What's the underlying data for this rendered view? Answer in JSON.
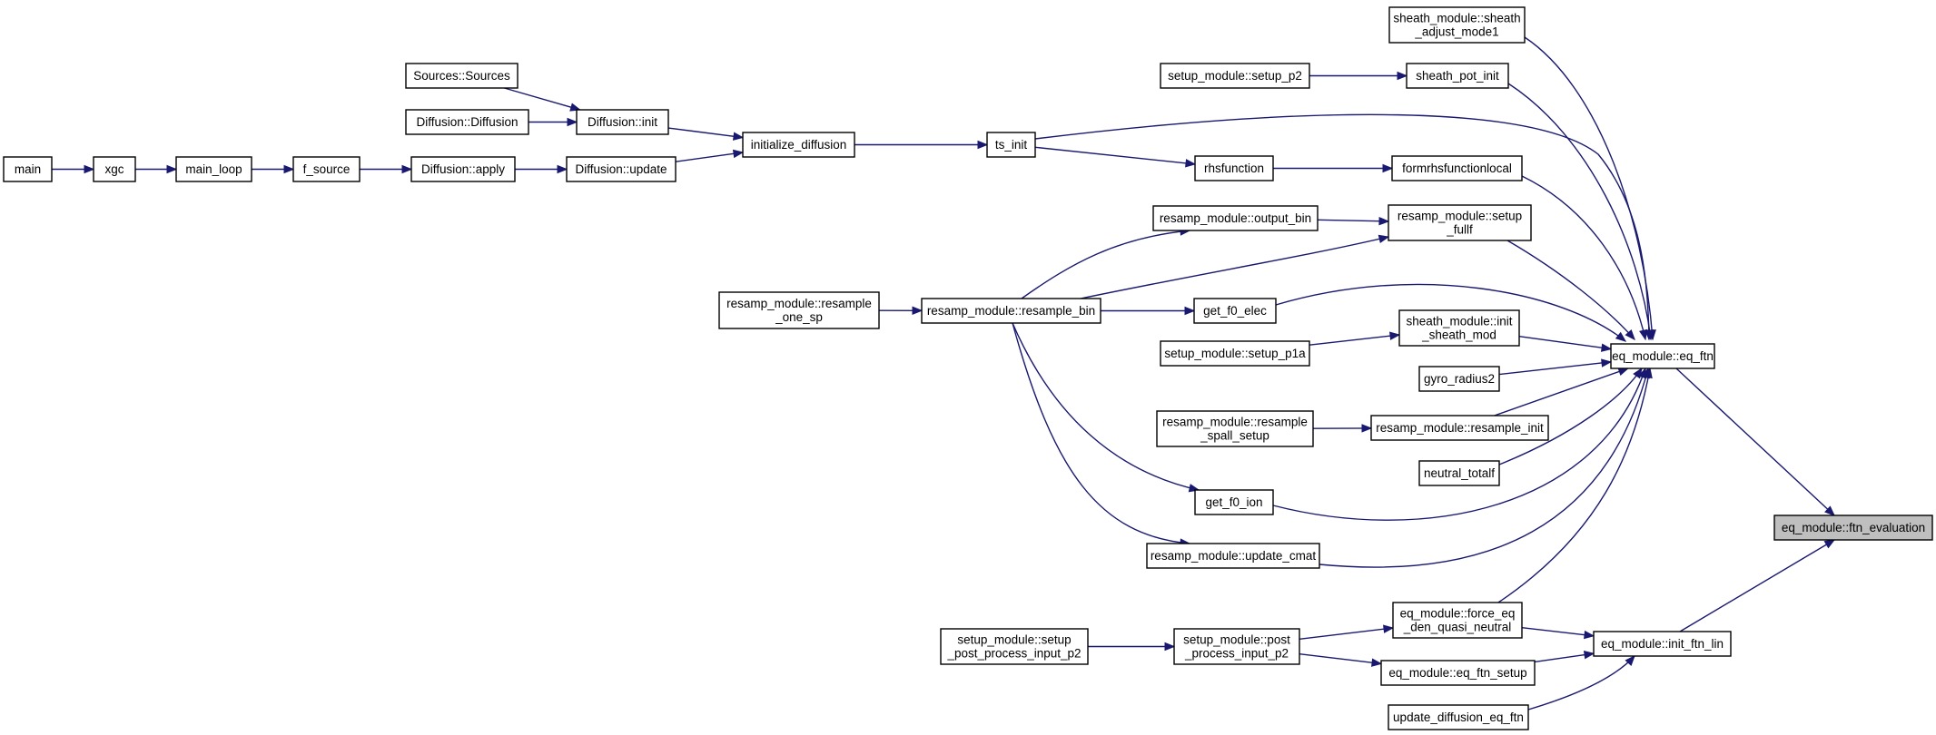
{
  "graph": {
    "title": "",
    "highlight": "ftn_evaluation",
    "edge_color": "#191970",
    "node_fill": "#ffffff",
    "highlight_fill": "#bfbfbf",
    "nodes": [
      {
        "id": "main",
        "lines": [
          "main"
        ]
      },
      {
        "id": "xgc",
        "lines": [
          "xgc"
        ]
      },
      {
        "id": "main_loop",
        "lines": [
          "main_loop"
        ]
      },
      {
        "id": "f_source",
        "lines": [
          "f_source"
        ]
      },
      {
        "id": "diff_apply",
        "lines": [
          "Diffusion::apply"
        ]
      },
      {
        "id": "diff_update",
        "lines": [
          "Diffusion::update"
        ]
      },
      {
        "id": "sources",
        "lines": [
          "Sources::Sources"
        ]
      },
      {
        "id": "diff_diff",
        "lines": [
          "Diffusion::Diffusion"
        ]
      },
      {
        "id": "diff_init",
        "lines": [
          "Diffusion::init"
        ]
      },
      {
        "id": "init_diffusion",
        "lines": [
          "initialize_diffusion"
        ]
      },
      {
        "id": "ts_init",
        "lines": [
          "ts_init"
        ]
      },
      {
        "id": "rhsfunction",
        "lines": [
          "rhsfunction"
        ]
      },
      {
        "id": "formrhs",
        "lines": [
          "formrhsfunctionlocal"
        ]
      },
      {
        "id": "setup_p2",
        "lines": [
          "setup_module::setup_p2"
        ]
      },
      {
        "id": "sheath_pot_init",
        "lines": [
          "sheath_pot_init"
        ]
      },
      {
        "id": "sheath_adjust",
        "lines": [
          "sheath_module::sheath",
          "_adjust_mode1"
        ]
      },
      {
        "id": "resample_one_sp",
        "lines": [
          "resamp_module::resample",
          "_one_sp"
        ]
      },
      {
        "id": "resample_bin",
        "lines": [
          "resamp_module::resample_bin"
        ]
      },
      {
        "id": "output_bin",
        "lines": [
          "resamp_module::output_bin"
        ]
      },
      {
        "id": "setup_fullf",
        "lines": [
          "resamp_module::setup",
          "_fullf"
        ]
      },
      {
        "id": "get_f0_elec",
        "lines": [
          "get_f0_elec"
        ]
      },
      {
        "id": "init_sheath_mod",
        "lines": [
          "sheath_module::init",
          "_sheath_mod"
        ]
      },
      {
        "id": "setup_p1a",
        "lines": [
          "setup_module::setup_p1a"
        ]
      },
      {
        "id": "gyro_radius2",
        "lines": [
          "gyro_radius2"
        ]
      },
      {
        "id": "spall_setup",
        "lines": [
          "resamp_module::resample",
          "_spall_setup"
        ]
      },
      {
        "id": "resample_init",
        "lines": [
          "resamp_module::resample_init"
        ]
      },
      {
        "id": "neutral_totalf",
        "lines": [
          "neutral_totalf"
        ]
      },
      {
        "id": "get_f0_ion",
        "lines": [
          "get_f0_ion"
        ]
      },
      {
        "id": "update_cmat",
        "lines": [
          "resamp_module::update_cmat"
        ]
      },
      {
        "id": "eq_ftn",
        "lines": [
          "eq_module::eq_ftn"
        ]
      },
      {
        "id": "setup_post_p2",
        "lines": [
          "setup_module::setup",
          "_post_process_input_p2"
        ]
      },
      {
        "id": "post_p2",
        "lines": [
          "setup_module::post",
          "_process_input_p2"
        ]
      },
      {
        "id": "force_eq",
        "lines": [
          "eq_module::force_eq",
          "_den_quasi_neutral"
        ]
      },
      {
        "id": "eq_ftn_setup",
        "lines": [
          "eq_module::eq_ftn_setup"
        ]
      },
      {
        "id": "update_diff_eq",
        "lines": [
          "update_diffusion_eq_ftn"
        ]
      },
      {
        "id": "init_ftn_lin",
        "lines": [
          "eq_module::init_ftn_lin"
        ]
      },
      {
        "id": "ftn_evaluation",
        "lines": [
          "eq_module::ftn_evaluation"
        ]
      }
    ],
    "edges": [
      {
        "from": "main",
        "to": "xgc"
      },
      {
        "from": "xgc",
        "to": "main_loop"
      },
      {
        "from": "main_loop",
        "to": "f_source"
      },
      {
        "from": "f_source",
        "to": "diff_apply"
      },
      {
        "from": "diff_apply",
        "to": "diff_update"
      },
      {
        "from": "sources",
        "to": "diff_init"
      },
      {
        "from": "diff_diff",
        "to": "diff_init"
      },
      {
        "from": "diff_init",
        "to": "init_diffusion"
      },
      {
        "from": "diff_update",
        "to": "init_diffusion"
      },
      {
        "from": "init_diffusion",
        "to": "ts_init"
      },
      {
        "from": "ts_init",
        "to": "rhsfunction"
      },
      {
        "from": "rhsfunction",
        "to": "formrhs"
      },
      {
        "from": "setup_p2",
        "to": "sheath_pot_init"
      },
      {
        "from": "resample_one_sp",
        "to": "resample_bin"
      },
      {
        "from": "resample_bin",
        "to": "output_bin"
      },
      {
        "from": "output_bin",
        "to": "setup_fullf"
      },
      {
        "from": "resample_bin",
        "to": "setup_fullf"
      },
      {
        "from": "resample_bin",
        "to": "get_f0_elec"
      },
      {
        "from": "resample_bin",
        "to": "get_f0_ion"
      },
      {
        "from": "resample_bin",
        "to": "update_cmat"
      },
      {
        "from": "setup_p1a",
        "to": "init_sheath_mod"
      },
      {
        "from": "spall_setup",
        "to": "resample_init"
      },
      {
        "from": "sheath_adjust",
        "to": "eq_ftn"
      },
      {
        "from": "sheath_pot_init",
        "to": "eq_ftn"
      },
      {
        "from": "ts_init",
        "to": "eq_ftn"
      },
      {
        "from": "formrhs",
        "to": "eq_ftn"
      },
      {
        "from": "setup_fullf",
        "to": "eq_ftn"
      },
      {
        "from": "get_f0_elec",
        "to": "eq_ftn"
      },
      {
        "from": "init_sheath_mod",
        "to": "eq_ftn"
      },
      {
        "from": "gyro_radius2",
        "to": "eq_ftn"
      },
      {
        "from": "resample_init",
        "to": "eq_ftn"
      },
      {
        "from": "neutral_totalf",
        "to": "eq_ftn"
      },
      {
        "from": "get_f0_ion",
        "to": "eq_ftn"
      },
      {
        "from": "update_cmat",
        "to": "eq_ftn"
      },
      {
        "from": "force_eq",
        "to": "eq_ftn"
      },
      {
        "from": "setup_post_p2",
        "to": "post_p2"
      },
      {
        "from": "post_p2",
        "to": "force_eq"
      },
      {
        "from": "post_p2",
        "to": "eq_ftn_setup"
      },
      {
        "from": "force_eq",
        "to": "init_ftn_lin"
      },
      {
        "from": "eq_ftn_setup",
        "to": "init_ftn_lin"
      },
      {
        "from": "update_diff_eq",
        "to": "init_ftn_lin"
      },
      {
        "from": "eq_ftn",
        "to": "ftn_evaluation"
      },
      {
        "from": "init_ftn_lin",
        "to": "ftn_evaluation"
      }
    ]
  }
}
